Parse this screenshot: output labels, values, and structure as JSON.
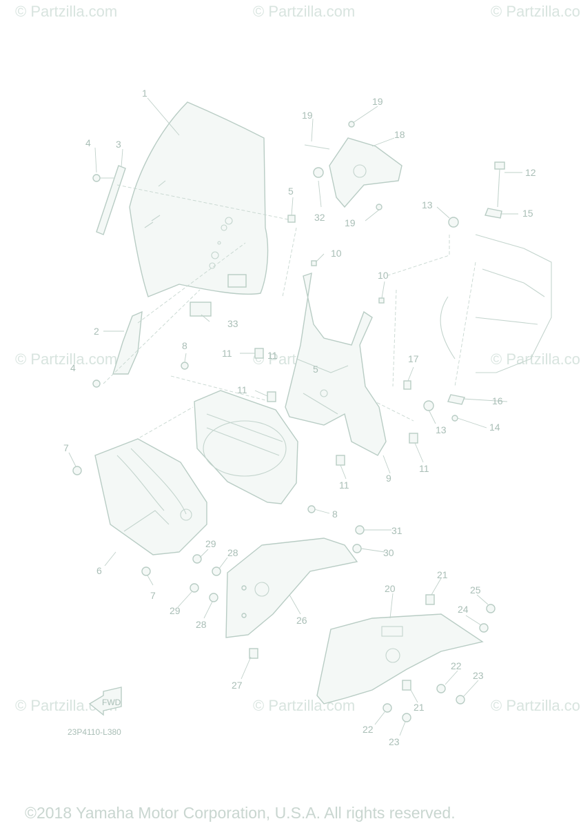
{
  "watermark": "© Partzilla.com",
  "callouts": [
    "1",
    "2",
    "3",
    "4",
    "4",
    "5",
    "5",
    "6",
    "7",
    "7",
    "8",
    "8",
    "9",
    "10",
    "10",
    "11",
    "11",
    "11",
    "11",
    "11",
    "12",
    "13",
    "13",
    "14",
    "15",
    "16",
    "17",
    "18",
    "19",
    "19",
    "19",
    "20",
    "21",
    "21",
    "22",
    "22",
    "23",
    "23",
    "24",
    "25",
    "26",
    "27",
    "28",
    "28",
    "29",
    "29",
    "30",
    "31",
    "32",
    "33"
  ],
  "diagram_code": "23P4110-L380",
  "fwd_label": "FWD",
  "copyright": "©2018 Yamaha Motor Corporation, U.S.A. All rights reserved.",
  "colors": {
    "line": "#b8ccc4",
    "text": "#a9beb6",
    "watermark": "#d8e4df"
  }
}
